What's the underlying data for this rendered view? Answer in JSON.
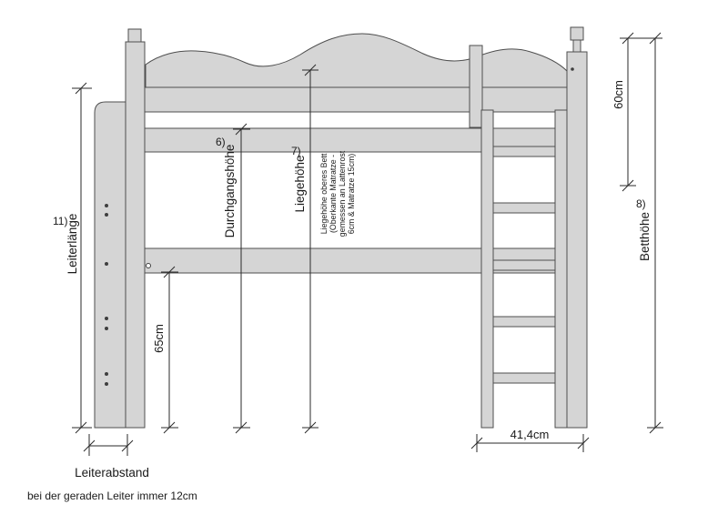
{
  "diagram": {
    "labels": {
      "ref_11": "11)",
      "leiterlaenge": "Leiterlänge",
      "ref_6": "6)",
      "durchgangshoehe": "Durchgangshöhe",
      "ref_7": "7)",
      "liegehoehe": "Liegehöhe",
      "liegehoehe_note_lines": [
        "Liegehöhe oberes Bett",
        "(Oberkante Matratze -",
        "gemessen an Lattenrost",
        "6cm & Matratze 15cm)"
      ],
      "ref_8": "8)",
      "betthoehe": "Betthöhe",
      "leiterabstand": "Leiterabstand",
      "footnote": "bei der geraden Leiter immer 12cm"
    },
    "dimensions": {
      "d65": "65cm",
      "d60": "60cm",
      "d414": "41,4cm"
    },
    "colors": {
      "wood_fill": "#d5d5d5",
      "outline": "#4e4e4e",
      "dim_color": "#2a2a2a"
    }
  }
}
